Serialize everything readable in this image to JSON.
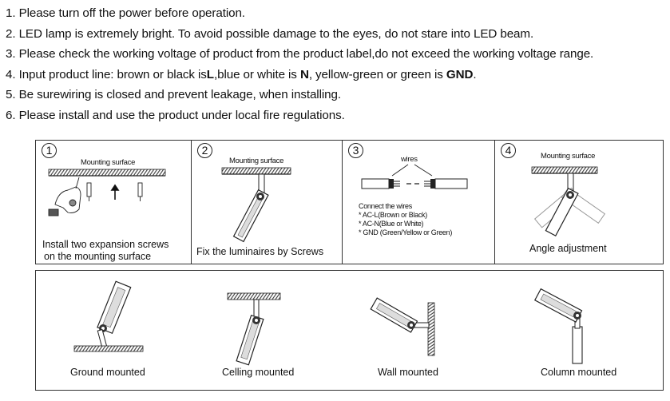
{
  "notes": [
    {
      "text": "1. Please turn off    the power before operation."
    },
    {
      "text": "2. LED lamp is extremely bright. To avoid possible damage to the eyes, do not stare into LED beam."
    },
    {
      "text": "3. Please check the working voltage of product from the product label,do not exceed the working voltage range."
    },
    {
      "pre": "4. Input product line: brown or black is",
      "b1": "L",
      "mid1": ",blue or white is ",
      "b2": "N",
      "mid2": ", yellow-green or green is ",
      "b3": "GND",
      "post": "."
    },
    {
      "text": "5. Be surewiring is closed and prevent leakage, when installing."
    },
    {
      "text": "6. Please install and use the product under local fire regulations."
    }
  ],
  "steps": [
    {
      "num": "1",
      "label": "Mounting surface",
      "caption_line1": "Install two expansion screws",
      "caption_line2": "on the mounting surface"
    },
    {
      "num": "2",
      "label": "Mounting surface",
      "caption": "Fix the luminaires by Screws"
    },
    {
      "num": "3",
      "label": "wires",
      "wires_title": "Connect the wires",
      "wires_items": [
        "* AC-L(Brown or Black)",
        "* AC-N(Blue or White)",
        "* GND (Green/Yellow or Green)"
      ]
    },
    {
      "num": "4",
      "label": "Mounting surface",
      "caption": "Angle adjustment"
    }
  ],
  "mounting": [
    {
      "label": "Ground mounted"
    },
    {
      "label": "Celling mounted"
    },
    {
      "label": "Wall mounted"
    },
    {
      "label": "Column mounted"
    }
  ]
}
